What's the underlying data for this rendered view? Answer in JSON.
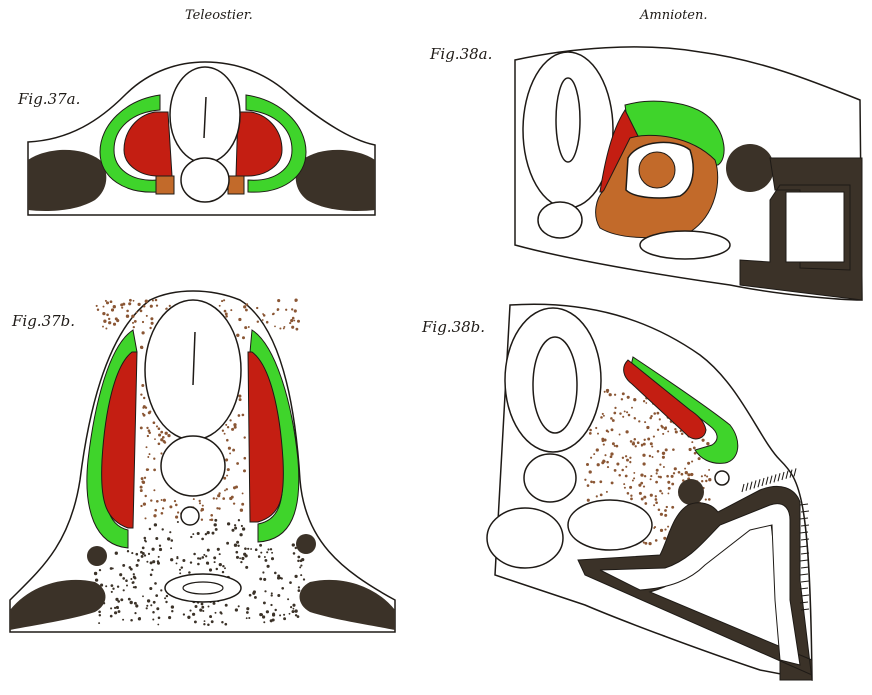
{
  "headings": {
    "left": "Teleostier.",
    "right": "Amnioten."
  },
  "figures": {
    "fig37a": "Fig.37a.",
    "fig37b": "Fig.37b.",
    "fig38a": "Fig.38a.",
    "fig38b": "Fig.38b."
  },
  "colors": {
    "outline": "#1e1a16",
    "dark_tissue": "#3b3228",
    "red": "#c41e12",
    "green": "#3fd42b",
    "ochre": "#c26a2a",
    "mesenchyme_dots": "#8a5634"
  }
}
